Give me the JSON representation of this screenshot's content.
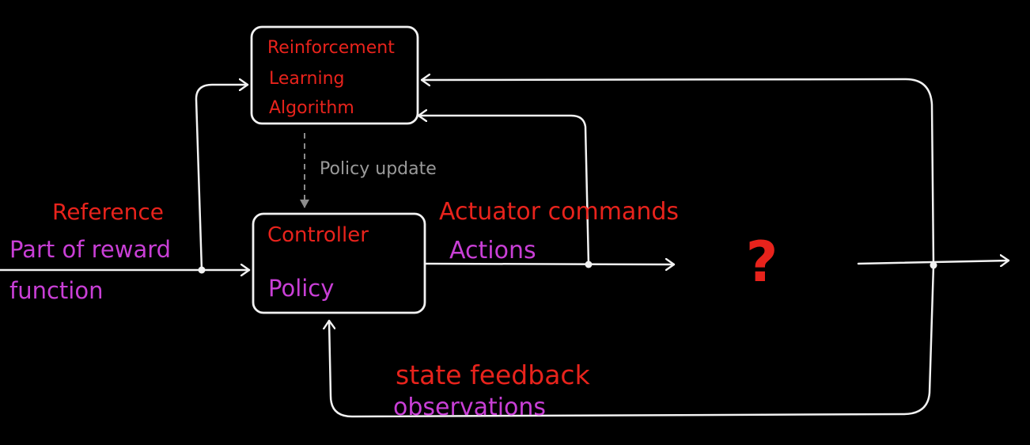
{
  "rl_block": {
    "line1": "Reinforcement",
    "line2": "Learning",
    "line3": "Algorithm"
  },
  "controller_block": {
    "title": "Controller",
    "subtitle": "Policy"
  },
  "labels": {
    "policy_update": "Policy update",
    "reference": "Reference",
    "reward_line1": "Part of reward",
    "reward_line2": "function",
    "actuator_commands": "Actuator commands",
    "actions": "Actions",
    "state_feedback": "state feedback",
    "observations": "observations",
    "unknown_plant": "?"
  },
  "colors": {
    "background": "#000000",
    "stroke": "#f2f2f2",
    "dashed": "#8c8c8c",
    "red_text": "#e8231c",
    "magenta_text": "#c93fd6",
    "gray_text": "#9a9a9a"
  }
}
